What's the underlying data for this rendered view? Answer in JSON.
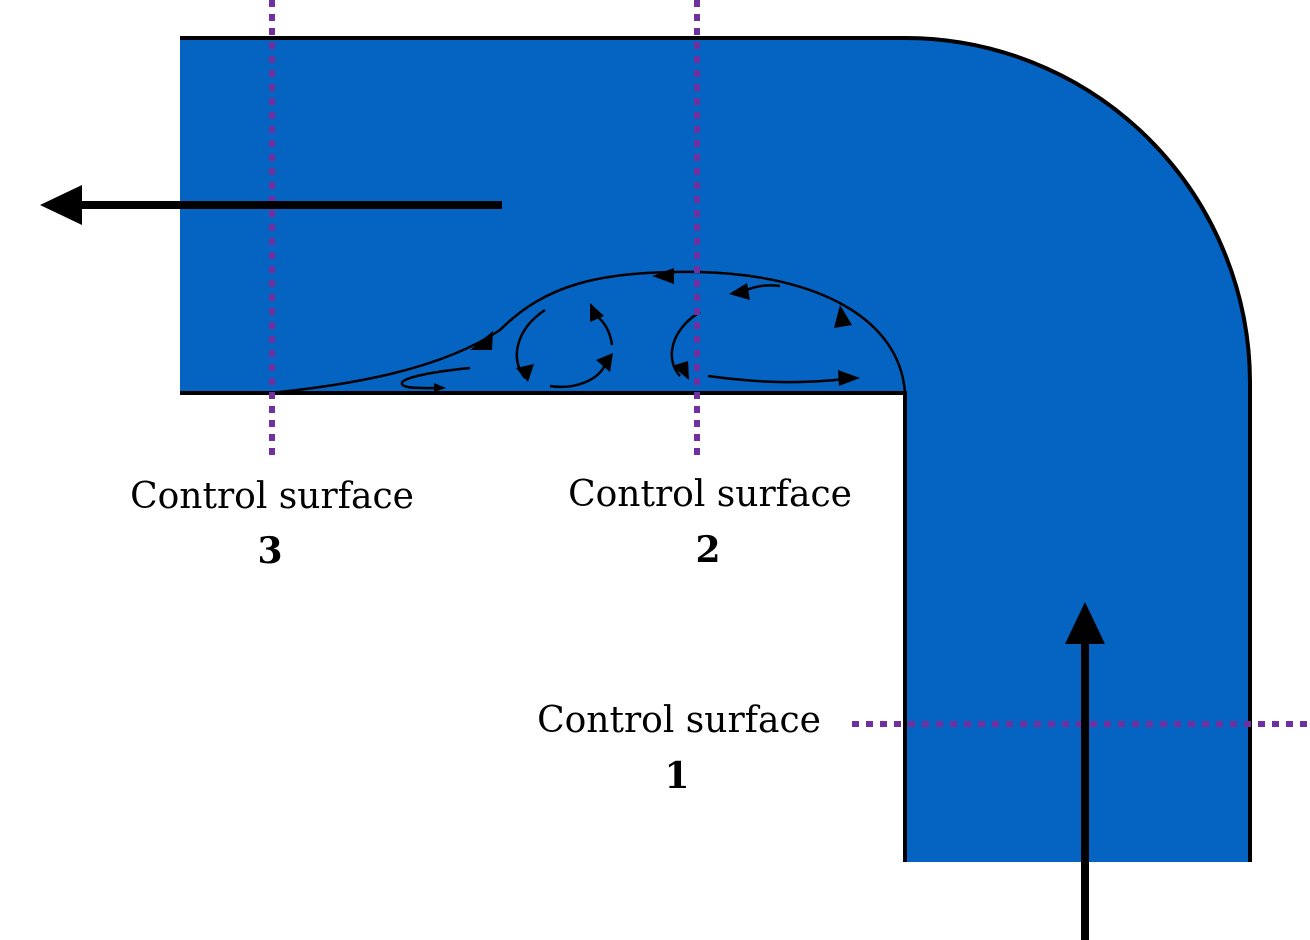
{
  "colors": {
    "fluid": "#0563c1",
    "wall": "#000000",
    "control_surface": "#7030a0",
    "arrow": "#000000"
  },
  "control_surfaces": [
    {
      "label": "Control surface",
      "number": "1"
    },
    {
      "label": "Control surface",
      "number": "2"
    },
    {
      "label": "Control surface",
      "number": "3"
    }
  ]
}
